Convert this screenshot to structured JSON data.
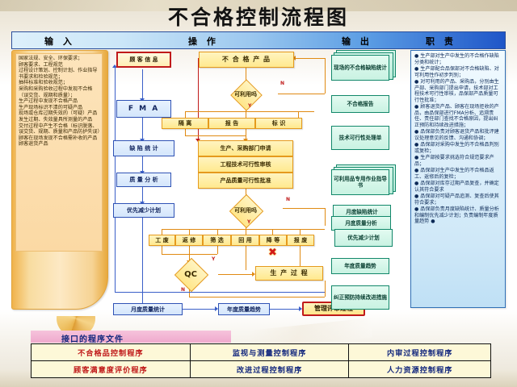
{
  "title": "不合格控制流程图",
  "header": {
    "columns": [
      {
        "label": "输  入"
      },
      {
        "label": "操      作"
      },
      {
        "label": "输  出"
      },
      {
        "label": "职  责"
      }
    ]
  },
  "input_panel": {
    "name": "输入",
    "lines": [
      "国家法规、安全、环保要求；",
      "顾客要求、工程规范",
      "过程设计策划、控制计划、作业指导书要求和检验规范；",
      "抽样标准和验收规范；",
      "采购和采购验收过程中发现不合格（误交货、规期和质量）；",
      "生产过程中发现不合格产品",
      "生产现场标识不清的可疑产品",
      "现场或仓库过期失效的（可疑）产品",
      "发生过期、失效量具所测量的产品",
      "交付过程中产生不合格（标识脱落、误交货、规期、质量和产品防护失误）",
      "顾客在现场发现不合格需补收的产品",
      "顾客退货产品"
    ]
  },
  "flow": {
    "nodes": {
      "customer_info": "顾 客 信 息",
      "nonconforming_product": "不 合 格 产 品",
      "usable_q1": "可利用吗",
      "isolate": "隔   离",
      "report": "报   告",
      "mark": "标   识",
      "fma": "F M A",
      "defect_stat": "缺 陷 统 计",
      "quality_analysis": "质 量 分 析",
      "priority_plan": "优先减少计划",
      "apply": "生产、采购部门申请",
      "tech_review": "工程技术可行性审核",
      "quality_approve": "产品质量可行性批准",
      "usable_q2": "可利用吗",
      "scrap_process": "工 废",
      "rework": "返 修",
      "screen": "筛 选",
      "reuse": "回 用",
      "downgrade": "降 等",
      "discard": "报 废",
      "qc": "QC",
      "production_process": "生 产 过 程",
      "monthly_quality_stat": "月度质量统计",
      "annual_quality_trend": "年度质量趋势",
      "management_review": "管理评审过程"
    },
    "edge_labels": {
      "yes1": "Y",
      "no1": "N",
      "yes2": "Y",
      "no2": "N",
      "yes3": "Y",
      "no3": "N"
    },
    "reject_marker": "✖"
  },
  "outputs": {
    "name": "输出",
    "items": [
      {
        "label": "现场的不合格缺陷统计",
        "stacked": true
      },
      {
        "label": "不合格报告",
        "stacked": false
      },
      {
        "label": "技术可行性处理单",
        "stacked": false
      },
      {
        "label": "可利用品专用作业指导书",
        "stacked": true
      },
      {
        "label": "月度缺陷统计",
        "stacked": false
      },
      {
        "label": "月度质量分析",
        "stacked": false
      },
      {
        "label": "优先减少计划",
        "stacked": false
      },
      {
        "label": "年度质量趋势",
        "stacked": false
      },
      {
        "label": "纠正预防持续改进措施",
        "stacked": false
      }
    ]
  },
  "responsibility": {
    "name": "职责",
    "lines": [
      "● 生产部对生产中发生的不合格作缺陷分类和统计；",
      "● 生产部配合品保部对不合格缺陷、对可利用性作初步判别；",
      "● 对可利用的产品、采购品，分别由生产部、采购部门提出申请，技术部对工程技术可行性审核，品保部产品质量可行性批准；",
      "● 顾客退货产品、顾客在现场拒收的产品，由品保部进行FMA分析、追溯责任、责任部门查找不合格原因，提出纠正预防和持续改进措施；",
      "● 品保部负责对顾客退货产品和批评建议处理意见的反馈、沟通和协调；",
      "● 品保部对采购中发生的不合格品判别或复检；",
      "● 生产部按要求挑选符合规范要求产品；",
      "● 品保部对生产中发生的不合格品返工、返修后的复检；",
      "● 品保部对库存过期产品复查，并确定认其符合要求",
      "● 品保部对可疑产品追测、复查后使其符合要求；",
      "● 品保部负责月度缺陷统计、质量分析和编制优先减少计划；负责编制年度质量趋势 ●"
    ]
  },
  "interface_docs": {
    "header": "接口的程序文件",
    "rows": [
      [
        "不合格品控制程序",
        "监视与测量控制程序",
        "内审过程控制程序"
      ],
      [
        "顾客满意度评价程序",
        "改进过程控制程序",
        "人力资源控制程序"
      ]
    ]
  },
  "colors": {
    "title_text": "#131313",
    "header_gradient_start": "#ddf0fb",
    "header_gradient_end": "#1f56c8",
    "input_orange": "#f0b24b",
    "flow_yellow": "#ffe98e",
    "flow_blue_border": "#2f52b5",
    "output_green_border": "#12876a",
    "resp_blue": "#cfe8f8",
    "accent_red": "#c01a1a",
    "table_yellow": "#fdf8d8",
    "pink_header": "#efa9cd"
  }
}
